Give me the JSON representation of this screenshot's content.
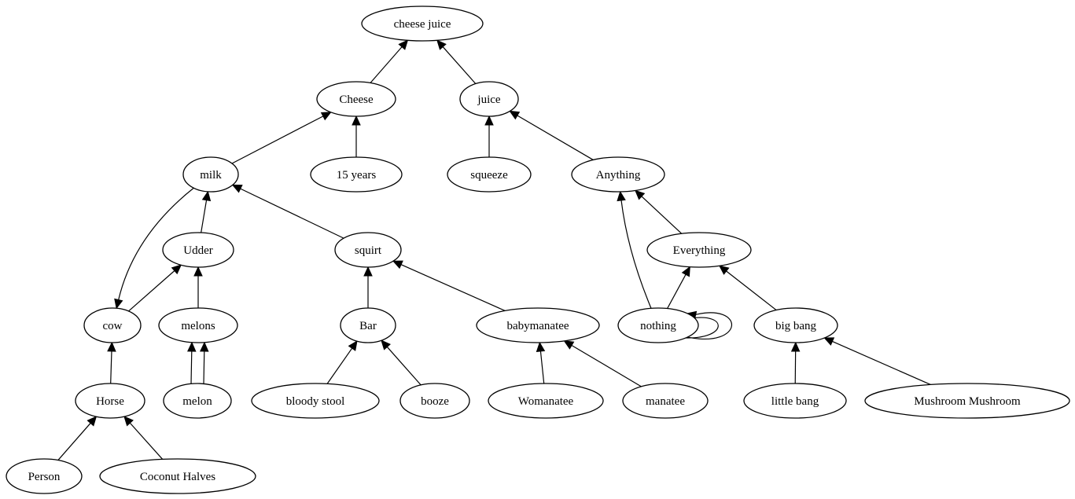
{
  "graph": {
    "nodes": [
      {
        "id": "cheese_juice",
        "label": "cheese juice"
      },
      {
        "id": "cheese",
        "label": "Cheese"
      },
      {
        "id": "juice",
        "label": "juice"
      },
      {
        "id": "milk",
        "label": "milk"
      },
      {
        "id": "15_years",
        "label": "15 years"
      },
      {
        "id": "squeeze",
        "label": "squeeze"
      },
      {
        "id": "anything",
        "label": "Anything"
      },
      {
        "id": "udder",
        "label": "Udder"
      },
      {
        "id": "squirt",
        "label": "squirt"
      },
      {
        "id": "everything",
        "label": "Everything"
      },
      {
        "id": "cow",
        "label": "cow"
      },
      {
        "id": "melons",
        "label": "melons"
      },
      {
        "id": "bar",
        "label": "Bar"
      },
      {
        "id": "babymanatee",
        "label": "babymanatee"
      },
      {
        "id": "nothing",
        "label": "nothing"
      },
      {
        "id": "big_bang",
        "label": "big bang"
      },
      {
        "id": "horse",
        "label": "Horse"
      },
      {
        "id": "melon",
        "label": "melon"
      },
      {
        "id": "bloody_stool",
        "label": "bloody stool"
      },
      {
        "id": "booze",
        "label": "booze"
      },
      {
        "id": "womanatee",
        "label": "Womanatee"
      },
      {
        "id": "manatee",
        "label": "manatee"
      },
      {
        "id": "little_bang",
        "label": "little bang"
      },
      {
        "id": "mushroom",
        "label": "Mushroom Mushroom"
      },
      {
        "id": "person",
        "label": "Person"
      },
      {
        "id": "coconut",
        "label": "Coconut Halves"
      }
    ],
    "edges": [
      {
        "from": "cheese",
        "to": "cheese_juice"
      },
      {
        "from": "juice",
        "to": "cheese_juice"
      },
      {
        "from": "milk",
        "to": "cheese"
      },
      {
        "from": "15_years",
        "to": "cheese"
      },
      {
        "from": "squeeze",
        "to": "juice"
      },
      {
        "from": "anything",
        "to": "juice"
      },
      {
        "from": "udder",
        "to": "milk"
      },
      {
        "from": "squirt",
        "to": "milk"
      },
      {
        "from": "milk",
        "to": "cow"
      },
      {
        "from": "cow",
        "to": "udder"
      },
      {
        "from": "melons",
        "to": "udder"
      },
      {
        "from": "melon",
        "to": "melons"
      },
      {
        "from": "melon",
        "to": "melons"
      },
      {
        "from": "horse",
        "to": "cow"
      },
      {
        "from": "person",
        "to": "horse"
      },
      {
        "from": "coconut",
        "to": "horse"
      },
      {
        "from": "bar",
        "to": "squirt"
      },
      {
        "from": "babymanatee",
        "to": "squirt"
      },
      {
        "from": "bloody_stool",
        "to": "bar"
      },
      {
        "from": "booze",
        "to": "bar"
      },
      {
        "from": "womanatee",
        "to": "babymanatee"
      },
      {
        "from": "manatee",
        "to": "babymanatee"
      },
      {
        "from": "everything",
        "to": "anything"
      },
      {
        "from": "nothing",
        "to": "anything"
      },
      {
        "from": "nothing",
        "to": "everything"
      },
      {
        "from": "nothing",
        "to": "nothing"
      },
      {
        "from": "big_bang",
        "to": "everything"
      },
      {
        "from": "little_bang",
        "to": "big_bang"
      },
      {
        "from": "mushroom",
        "to": "big_bang"
      }
    ]
  }
}
